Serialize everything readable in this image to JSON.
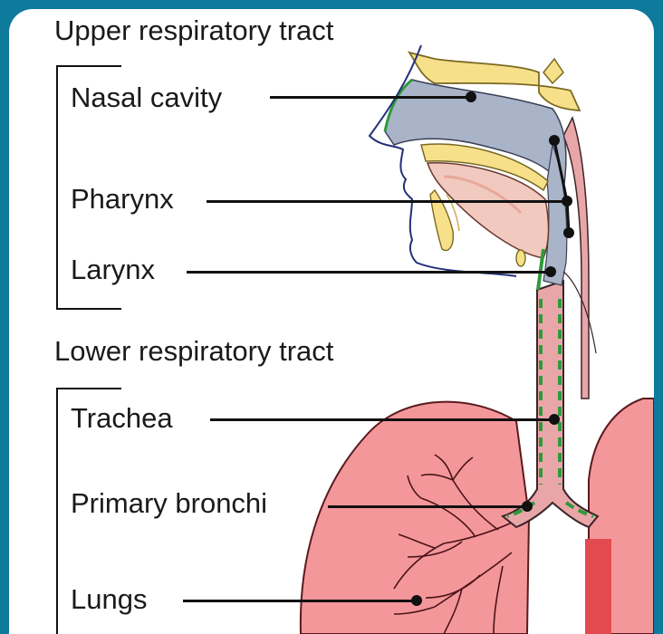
{
  "sections": {
    "upper": "Upper respiratory tract",
    "lower": "Lower respiratory tract"
  },
  "labels": {
    "nasal_cavity": "Nasal cavity",
    "pharynx": "Pharynx",
    "larynx": "Larynx",
    "trachea": "Trachea",
    "primary_bronchi": "Primary bronchi",
    "lungs": "Lungs"
  },
  "colors": {
    "frame": "#0e7a9c",
    "bone": "#f7e08a",
    "airway": "#aab4c8",
    "tissue": "#f2c9bf",
    "lung": "#f4979b",
    "lung_dark": "#e34a4f",
    "cilia": "#2e9a3a",
    "trachea": "#e9a6a8"
  }
}
